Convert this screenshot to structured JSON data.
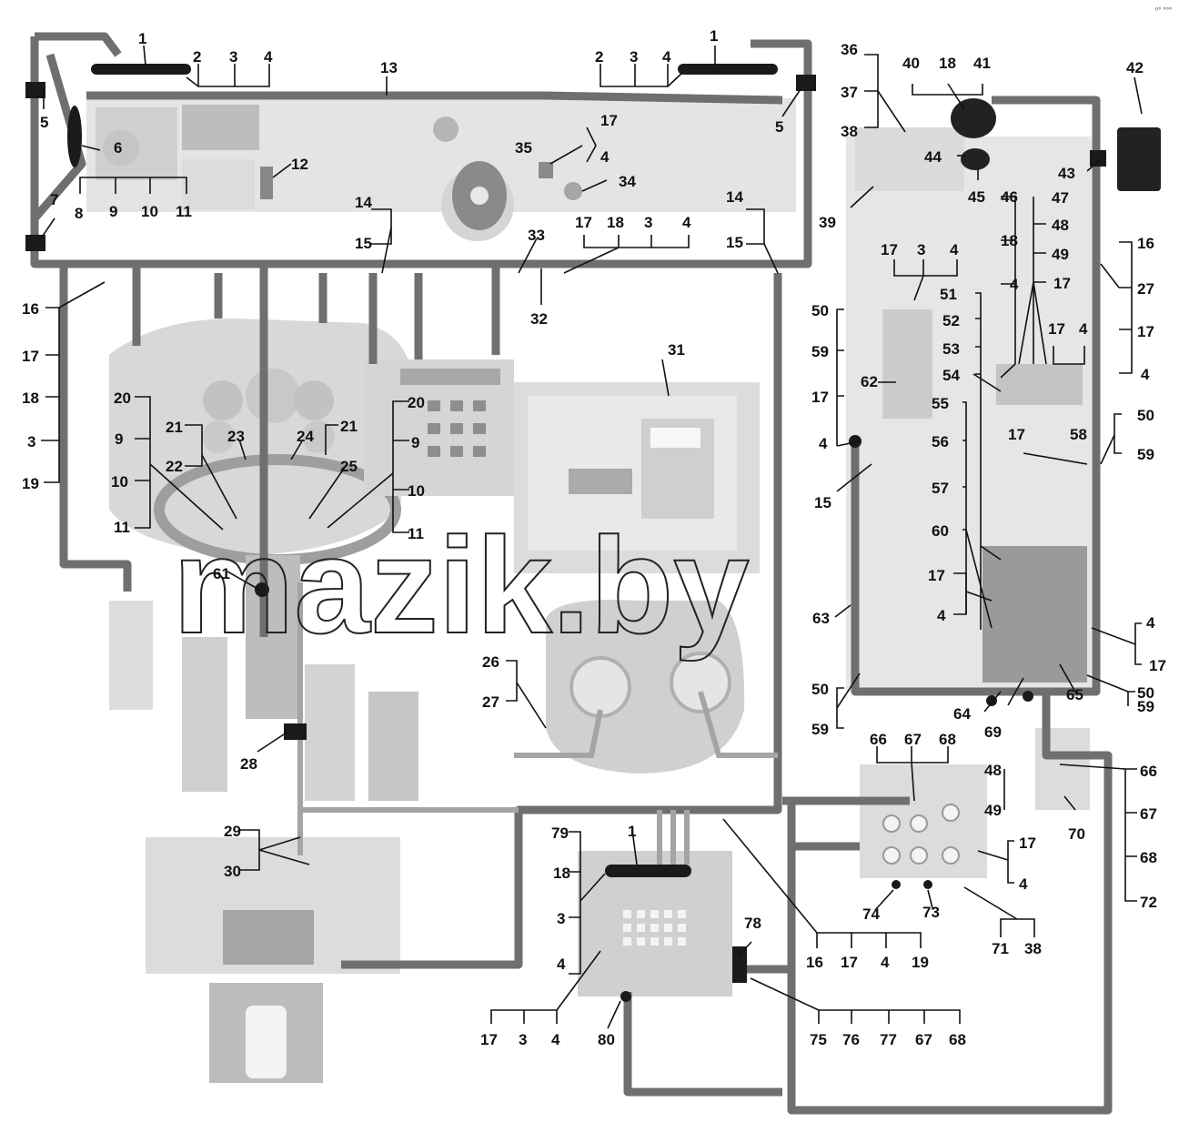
{
  "watermark": "mazik.by",
  "corner_mark": "⁰° °°°",
  "callouts": [
    "1",
    "2",
    "3",
    "4",
    "5",
    "6",
    "7",
    "8",
    "9",
    "10",
    "11",
    "12",
    "13",
    "14",
    "15",
    "16",
    "17",
    "18",
    "19",
    "20",
    "21",
    "22",
    "23",
    "24",
    "25",
    "26",
    "27",
    "28",
    "29",
    "30",
    "31",
    "32",
    "33",
    "34",
    "35",
    "36",
    "37",
    "38",
    "39",
    "40",
    "41",
    "42",
    "43",
    "44",
    "45",
    "46",
    "47",
    "48",
    "49",
    "50",
    "51",
    "52",
    "53",
    "54",
    "55",
    "56",
    "57",
    "58",
    "59",
    "60",
    "61",
    "62",
    "63",
    "64",
    "65",
    "66",
    "67",
    "68",
    "69",
    "70",
    "71",
    "72",
    "73",
    "74",
    "75",
    "76",
    "77",
    "78",
    "79",
    "80"
  ],
  "colors": {
    "harness": "#6f6f6f",
    "harness_dark": "#3a3a3a",
    "panel": "#d9d9d9",
    "panel_light": "#e8e8e8",
    "connector": "#1a1a1a"
  }
}
